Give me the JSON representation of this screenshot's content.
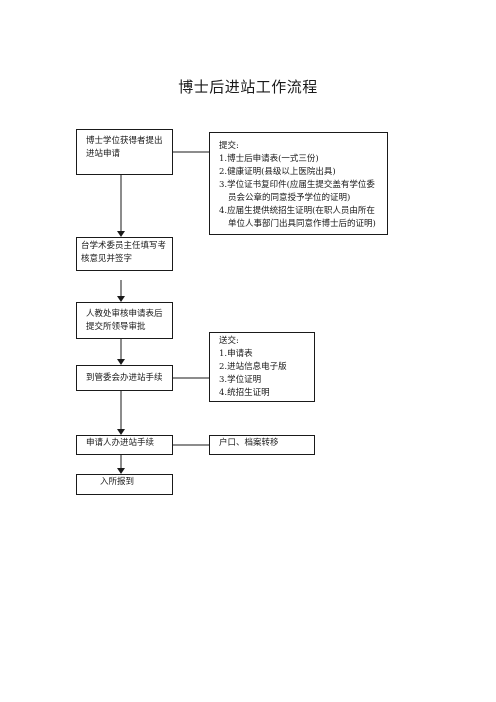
{
  "title": "博士后进站工作流程",
  "steps": [
    {
      "lines": [
        "博士学位获得者提出",
        "进站申请"
      ]
    },
    {
      "lines": [
        "台学术委员主任填写考",
        "核意见并签字"
      ]
    },
    {
      "lines": [
        "人教处审核申请表后",
        "提交所领导审批"
      ]
    },
    {
      "lines": [
        "到管委会办进站手续"
      ]
    },
    {
      "lines": [
        "申请人办进站手续"
      ]
    },
    {
      "lines": [
        "入所报到"
      ]
    }
  ],
  "submit_box": {
    "heading": "提交:",
    "items": [
      "1.博士后申请表(一式三份)",
      "2.健康证明(县级以上医院出具)",
      "3.学位证书复印件(应届生提交盖有学位委",
      "员会公章的同意授予学位的证明)",
      "4.应届生提供统招生证明(在职人员由所在",
      "单位人事部门出具同意作博士后的证明)"
    ]
  },
  "send_box": {
    "heading": "送交:",
    "items": [
      "1.申请表",
      "2.进站信息电子版",
      "3.学位证明",
      "4.统招生证明"
    ]
  },
  "transfer_box": {
    "label": "户口、档案转移"
  }
}
